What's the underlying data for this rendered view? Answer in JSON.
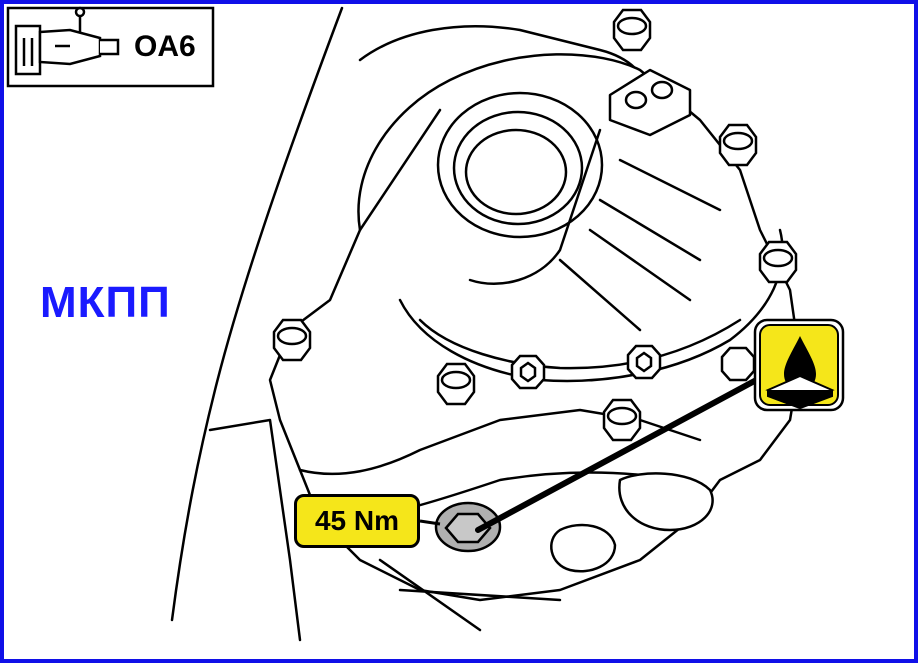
{
  "badge": {
    "code": "OA6",
    "icon": "gearbox-icon"
  },
  "label": {
    "text": "МКПП"
  },
  "callout": {
    "torque": "45 Nm",
    "icon": "oil-drop-icon"
  },
  "colors": {
    "frame": "#1010e8",
    "label": "#1a1aff",
    "callout_fill": "#f5e61a",
    "plug_fill": "#b0b0b0"
  }
}
